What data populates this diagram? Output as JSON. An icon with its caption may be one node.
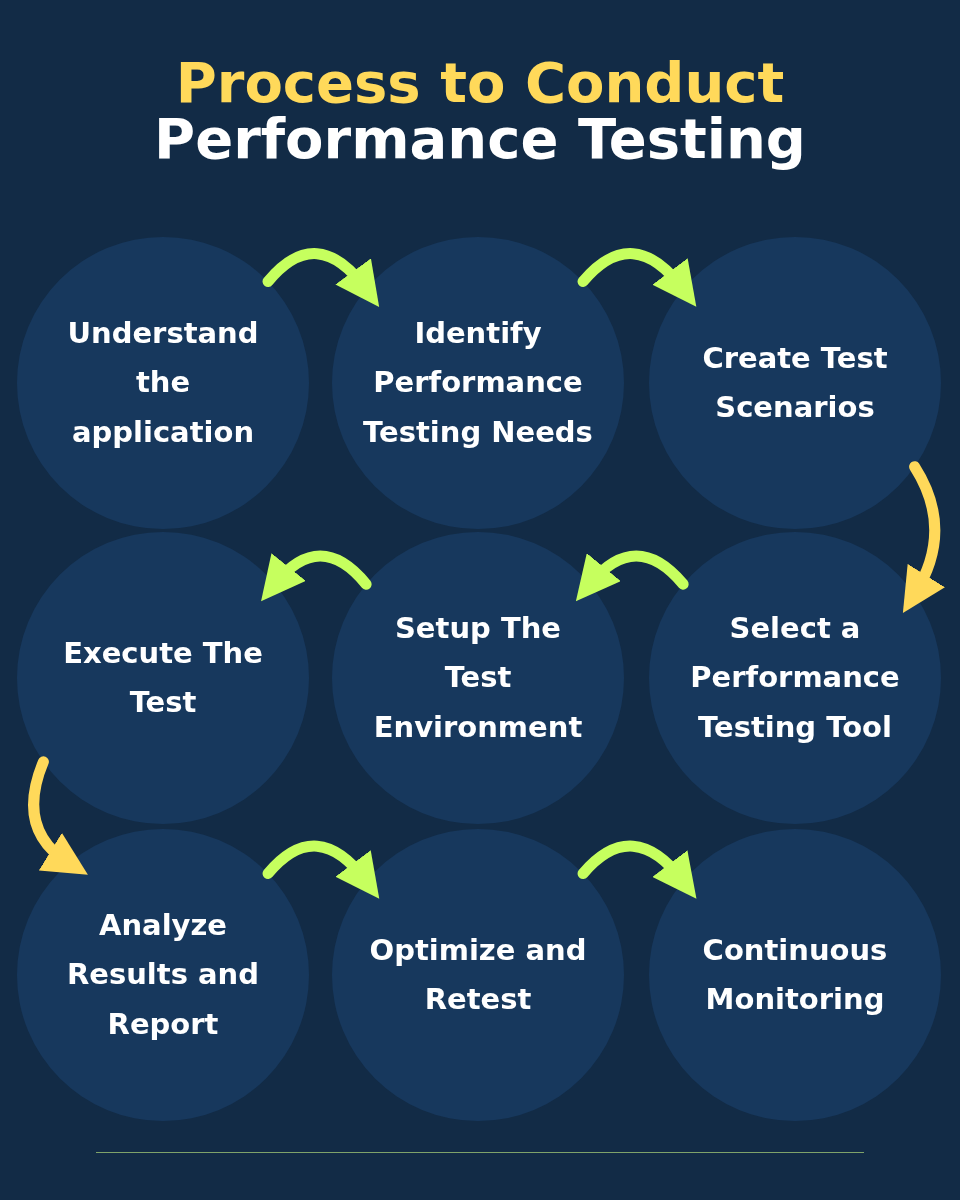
{
  "diagram": {
    "title": "Process to Conduct",
    "nodes": [
      {
        "text": [
          "Understand the application"
        ]
      },
      {
        "text": [
          "Identify Performance Testing Needs"
        ]
      },
      {
        "text": [
          "Create Test Scenarios"
        ]
      },
      {
        "text": [
          "Execute The Test"
        ]
      },
      {
        "text": [
          "Setup The Test Environment"
        ]
      },
      {
        "text": [
          "Select a Performance Testing Tool"
        ]
      },
      {
        "text": [
          "Analyze Results and Report"
        ]
      },
      {
        "text": [
          "Optimize and Retest"
        ]
      },
      {
        "text": [
          "Continuous Monitoring"
        ]
      }
    ],
    "edges": [
      {
        "from": 0,
        "to": 1,
        "arrow": "to"
      },
      {
        "from": 1,
        "to": 2,
        "arrow": "to"
      },
      {
        "from": 2,
        "to": 5,
        "arrow": "to",
        "color": "#ffd95a"
      },
      {
        "from": 5,
        "to": 4,
        "arrow": "to"
      },
      {
        "from": 4,
        "to": 3,
        "arrow": "to"
      },
      {
        "from": 3,
        "to": 6,
        "arrow": "to",
        "color": "#ffd95a"
      },
      {
        "from": 6,
        "to": 7,
        "arrow": "to"
      },
      {
        "from": 7,
        "to": 8,
        "arrow": "to"
      }
    ],
    "labels": [
      "Performance Testing"
    ]
  }
}
